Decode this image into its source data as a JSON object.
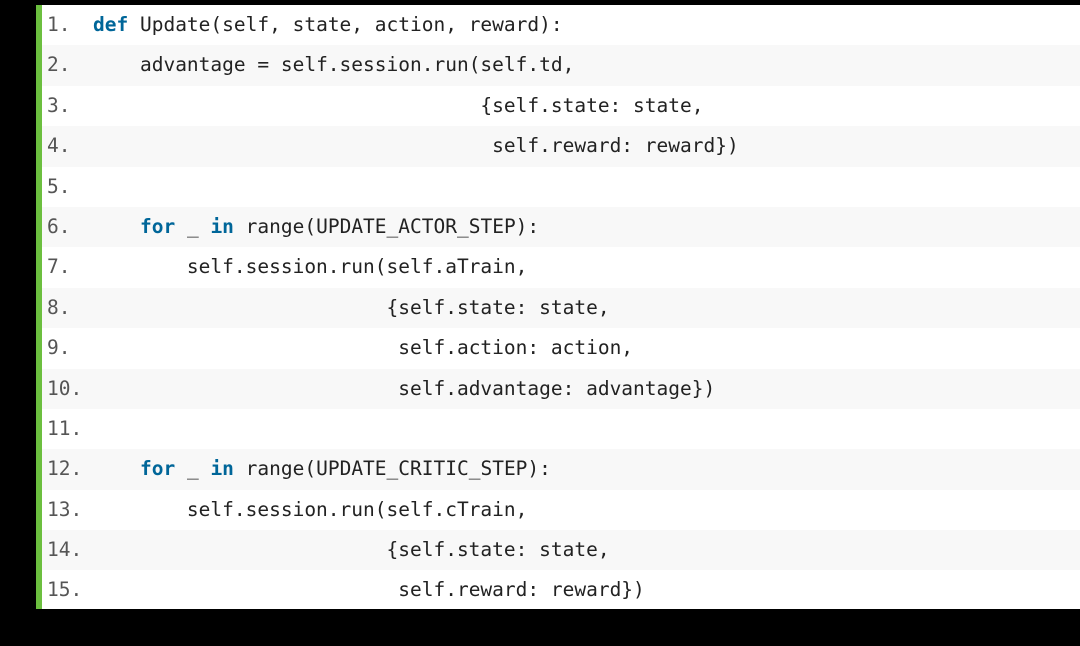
{
  "colors": {
    "background": "#000000",
    "panel": "#ffffff",
    "row_alt": "#f8f8f8",
    "gutter_bar": "#6cbf3f",
    "keyword": "#006699",
    "text": "#222222",
    "line_number": "#555555"
  },
  "code": {
    "language": "python",
    "lines": [
      {
        "number": "1.",
        "indent": "",
        "tokens": [
          {
            "t": "def",
            "kw": true
          },
          {
            "t": " Update(self, state, action, reward):"
          }
        ]
      },
      {
        "number": "2.",
        "indent": "    ",
        "tokens": [
          {
            "t": "advantage = self.session.run(self.td,"
          }
        ]
      },
      {
        "number": "3.",
        "indent": "                                 ",
        "tokens": [
          {
            "t": "{self.state: state,"
          }
        ]
      },
      {
        "number": "4.",
        "indent": "                                  ",
        "tokens": [
          {
            "t": "self.reward: reward})"
          }
        ]
      },
      {
        "number": "5.",
        "indent": "",
        "tokens": []
      },
      {
        "number": "6.",
        "indent": "    ",
        "tokens": [
          {
            "t": "for",
            "kw": true
          },
          {
            "t": " _ "
          },
          {
            "t": "in",
            "kw": true
          },
          {
            "t": " range(UPDATE_ACTOR_STEP):"
          }
        ]
      },
      {
        "number": "7.",
        "indent": "        ",
        "tokens": [
          {
            "t": "self.session.run(self.aTrain,"
          }
        ]
      },
      {
        "number": "8.",
        "indent": "                         ",
        "tokens": [
          {
            "t": "{self.state: state,"
          }
        ]
      },
      {
        "number": "9.",
        "indent": "                          ",
        "tokens": [
          {
            "t": "self.action: action,"
          }
        ]
      },
      {
        "number": "10.",
        "indent": "                          ",
        "tokens": [
          {
            "t": "self.advantage: advantage})"
          }
        ]
      },
      {
        "number": "11.",
        "indent": "",
        "tokens": []
      },
      {
        "number": "12.",
        "indent": "    ",
        "tokens": [
          {
            "t": "for",
            "kw": true
          },
          {
            "t": " _ "
          },
          {
            "t": "in",
            "kw": true
          },
          {
            "t": " range(UPDATE_CRITIC_STEP):"
          }
        ]
      },
      {
        "number": "13.",
        "indent": "        ",
        "tokens": [
          {
            "t": "self.session.run(self.cTrain,"
          }
        ]
      },
      {
        "number": "14.",
        "indent": "                         ",
        "tokens": [
          {
            "t": "{self.state: state,"
          }
        ]
      },
      {
        "number": "15.",
        "indent": "                          ",
        "tokens": [
          {
            "t": "self.reward: reward})"
          }
        ]
      }
    ]
  }
}
